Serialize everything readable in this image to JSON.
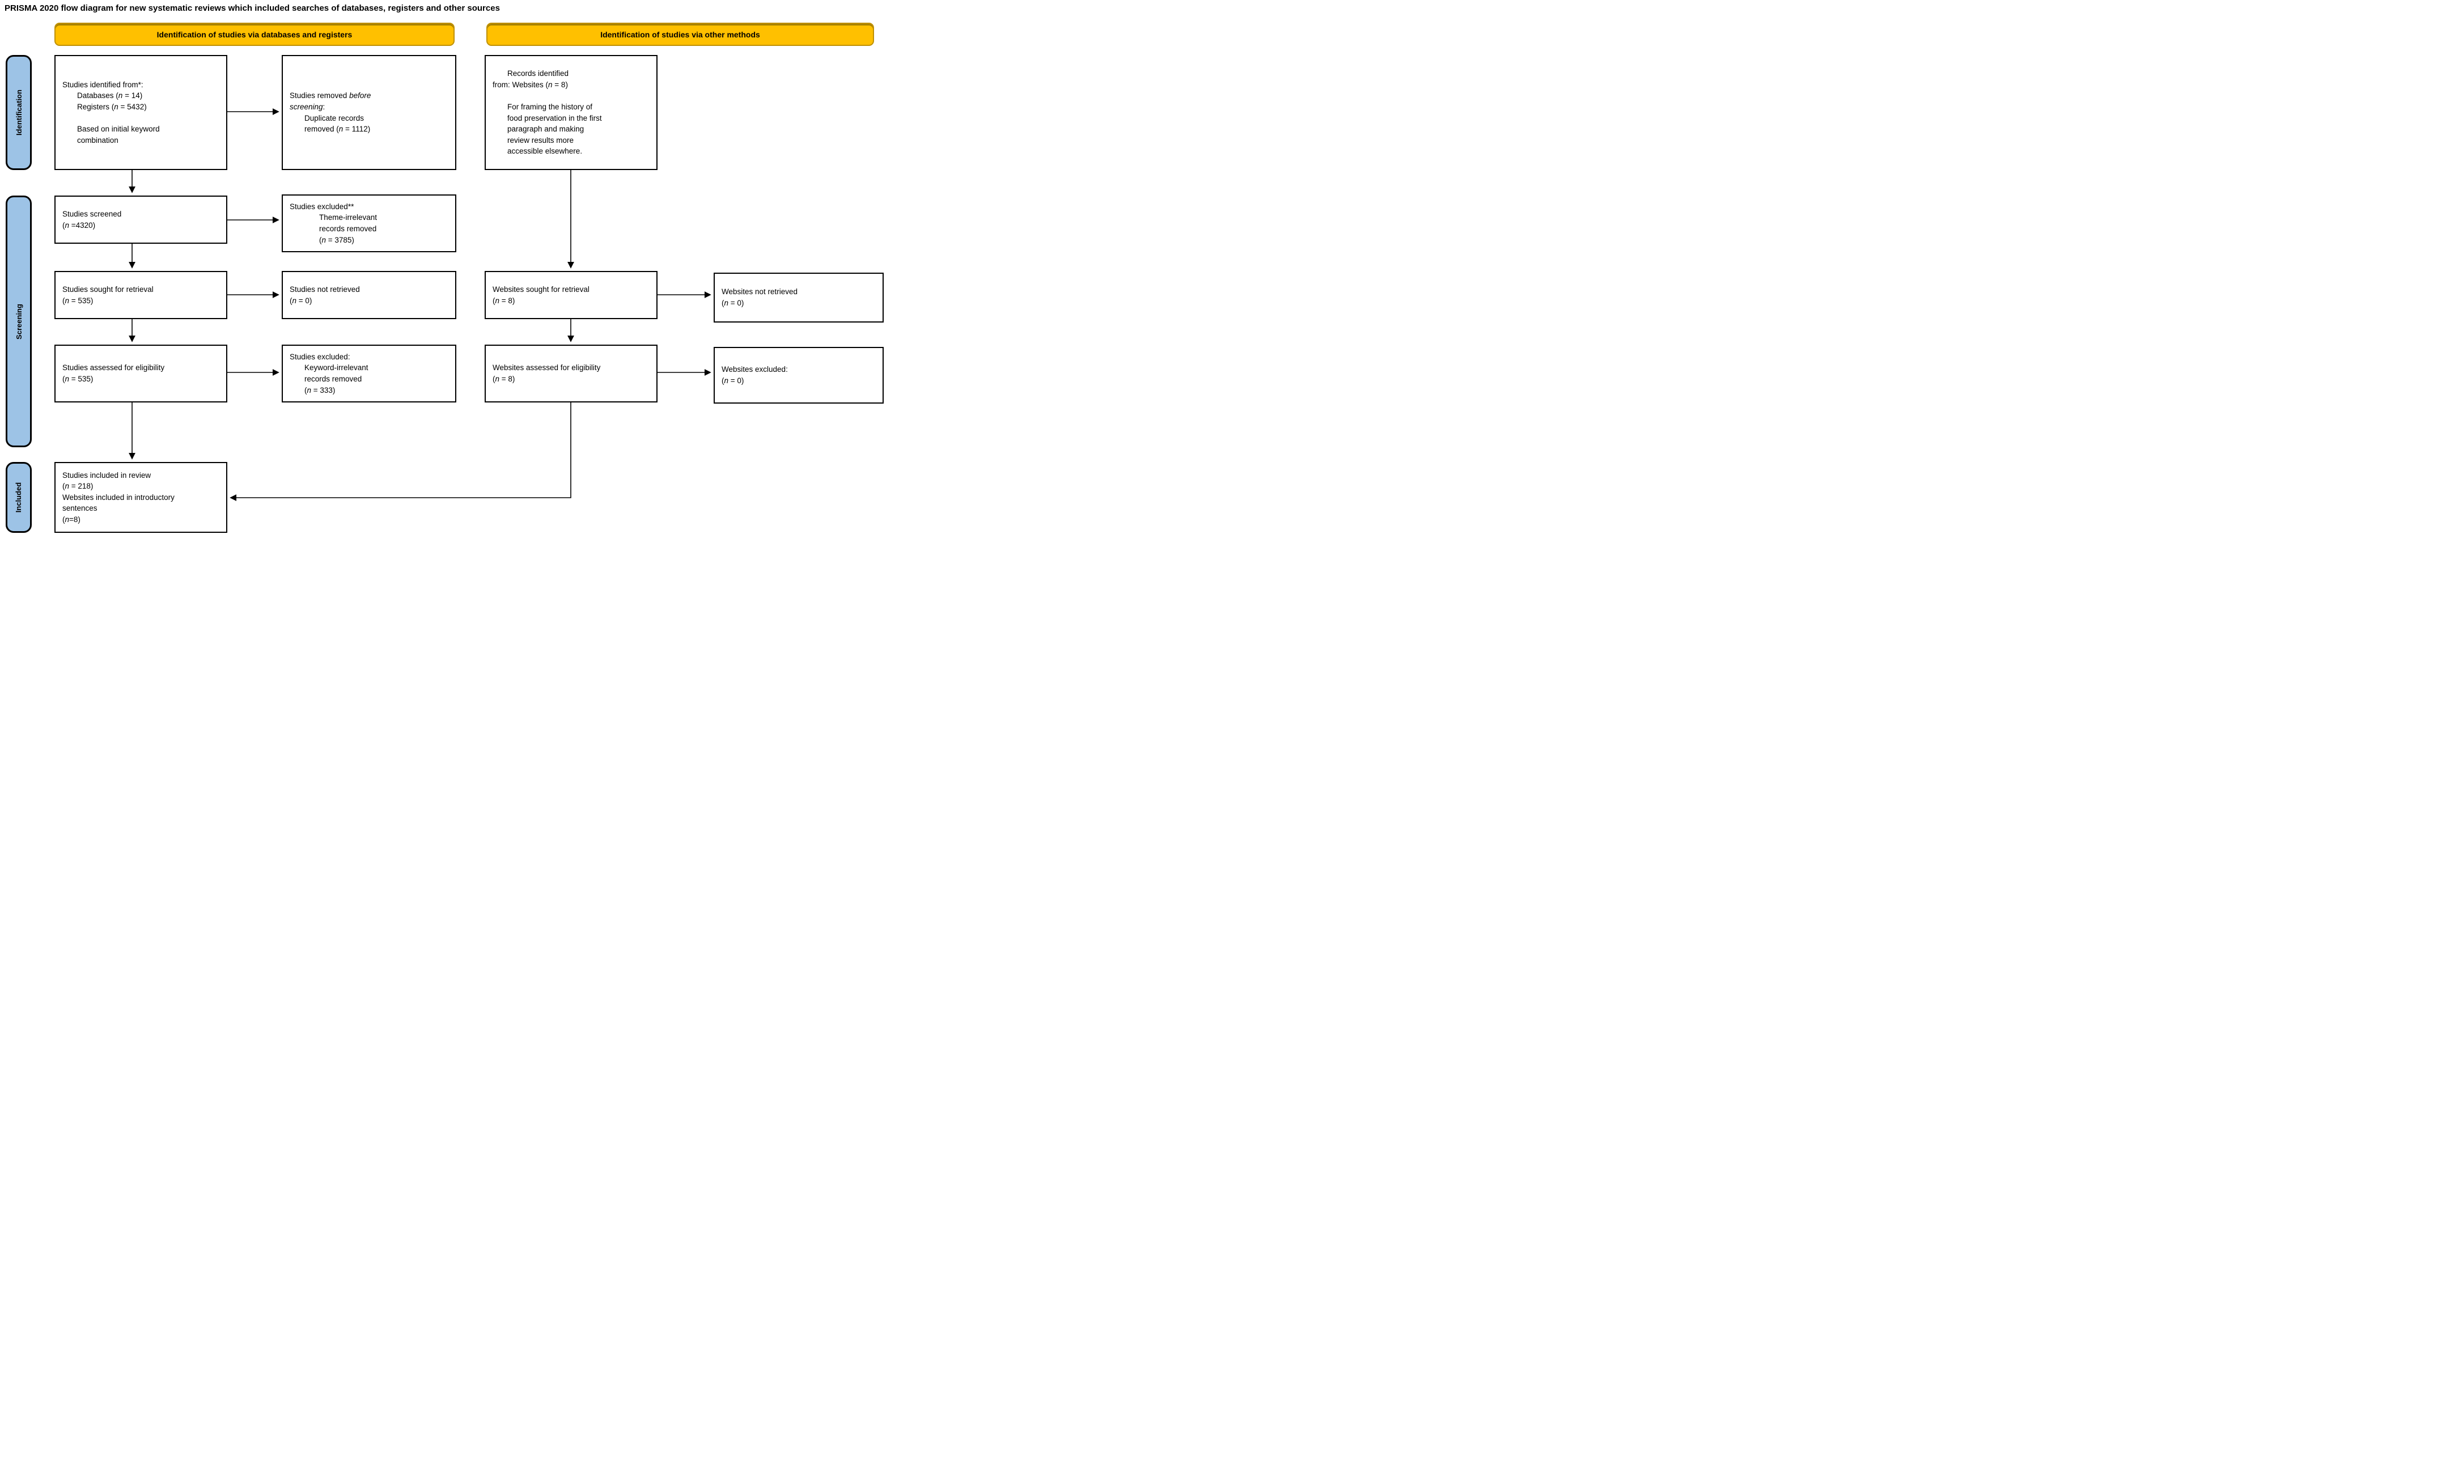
{
  "title": "PRISMA 2020 flow diagram for new systematic reviews which included searches of databases, registers and other sources",
  "colors": {
    "header_fill": "#FFC000",
    "header_border": "#BF9000",
    "sidebar_fill": "#9DC3E6",
    "box_border": "#000000",
    "text": "#000000",
    "background": "#FFFFFF"
  },
  "headers": {
    "databases": "Identification of studies via databases and registers",
    "other_methods": "Identification of studies via other methods"
  },
  "sidebars": {
    "identification": "Identification",
    "screening": "Screening",
    "included": "Included"
  },
  "boxes": {
    "studies_identified": {
      "lines": [
        {
          "ind": 0,
          "seg": [
            {
              "t": "Studies identified from*:"
            }
          ]
        },
        {
          "ind": 1,
          "seg": [
            {
              "t": "Databases ("
            },
            {
              "t": "n",
              "i": true
            },
            {
              "t": " = 14)"
            }
          ]
        },
        {
          "ind": 1,
          "seg": [
            {
              "t": "Registers ("
            },
            {
              "t": "n",
              "i": true
            },
            {
              "t": " = 5432)"
            }
          ]
        },
        {
          "ind": 0,
          "seg": []
        },
        {
          "ind": 1,
          "seg": [
            {
              "t": "Based on initial keyword"
            }
          ]
        },
        {
          "ind": 1,
          "seg": [
            {
              "t": "combination"
            }
          ]
        }
      ]
    },
    "studies_removed": {
      "lines": [
        {
          "ind": 0,
          "seg": [
            {
              "t": "Studies removed "
            },
            {
              "t": "before",
              "i": true
            }
          ]
        },
        {
          "ind": 0,
          "seg": [
            {
              "t": "screening",
              "i": true
            },
            {
              "t": ":"
            }
          ]
        },
        {
          "ind": 1,
          "seg": [
            {
              "t": "Duplicate records"
            }
          ]
        },
        {
          "ind": 1,
          "seg": [
            {
              "t": "removed ("
            },
            {
              "t": "n",
              "i": true
            },
            {
              "t": " = 1112)"
            }
          ]
        }
      ]
    },
    "records_identified": {
      "lines": [
        {
          "ind": 1,
          "seg": [
            {
              "t": "Records identified"
            }
          ]
        },
        {
          "ind": 0,
          "seg": [
            {
              "t": "from: Websites ("
            },
            {
              "t": "n",
              "i": true
            },
            {
              "t": " = 8)"
            }
          ]
        },
        {
          "ind": 0,
          "seg": []
        },
        {
          "ind": 1,
          "seg": [
            {
              "t": "For framing the history of"
            }
          ]
        },
        {
          "ind": 1,
          "seg": [
            {
              "t": "food preservation in the first"
            }
          ]
        },
        {
          "ind": 1,
          "seg": [
            {
              "t": "paragraph and making"
            }
          ]
        },
        {
          "ind": 1,
          "seg": [
            {
              "t": "review results more"
            }
          ]
        },
        {
          "ind": 1,
          "seg": [
            {
              "t": "accessible elsewhere."
            }
          ]
        }
      ]
    },
    "studies_screened": {
      "lines": [
        {
          "ind": 0,
          "seg": [
            {
              "t": "Studies screened"
            }
          ]
        },
        {
          "ind": 0,
          "seg": [
            {
              "t": "("
            },
            {
              "t": "n",
              "i": true
            },
            {
              "t": " =4320)"
            }
          ]
        }
      ]
    },
    "studies_excluded_theme": {
      "lines": [
        {
          "ind": 0,
          "seg": [
            {
              "t": "Studies excluded**"
            }
          ]
        },
        {
          "ind": 2,
          "seg": [
            {
              "t": "Theme-irrelevant"
            }
          ]
        },
        {
          "ind": 2,
          "seg": [
            {
              "t": "records removed"
            }
          ]
        },
        {
          "ind": 2,
          "seg": [
            {
              "t": "("
            },
            {
              "t": "n",
              "i": true
            },
            {
              "t": " = 3785)"
            }
          ]
        }
      ]
    },
    "studies_sought": {
      "lines": [
        {
          "ind": 0,
          "seg": [
            {
              "t": "Studies sought for retrieval"
            }
          ]
        },
        {
          "ind": 0,
          "seg": [
            {
              "t": "("
            },
            {
              "t": "n",
              "i": true
            },
            {
              "t": " = 535)"
            }
          ]
        }
      ]
    },
    "studies_not_retrieved": {
      "lines": [
        {
          "ind": 0,
          "seg": [
            {
              "t": "Studies not retrieved"
            }
          ]
        },
        {
          "ind": 0,
          "seg": [
            {
              "t": "("
            },
            {
              "t": "n",
              "i": true
            },
            {
              "t": " = 0)"
            }
          ]
        }
      ]
    },
    "studies_assessed": {
      "lines": [
        {
          "ind": 0,
          "seg": [
            {
              "t": "Studies assessed for eligibility"
            }
          ]
        },
        {
          "ind": 0,
          "seg": [
            {
              "t": "("
            },
            {
              "t": "n",
              "i": true
            },
            {
              "t": " = 535)"
            }
          ]
        }
      ]
    },
    "studies_excluded_keyword": {
      "lines": [
        {
          "ind": 0,
          "seg": [
            {
              "t": "Studies excluded:"
            }
          ]
        },
        {
          "ind": 1,
          "seg": [
            {
              "t": "Keyword-irrelevant"
            }
          ]
        },
        {
          "ind": 1,
          "seg": [
            {
              "t": "records removed"
            }
          ]
        },
        {
          "ind": 1,
          "seg": [
            {
              "t": "("
            },
            {
              "t": "n",
              "i": true
            },
            {
              "t": " = 333)"
            }
          ]
        }
      ]
    },
    "studies_included": {
      "lines": [
        {
          "ind": 0,
          "seg": [
            {
              "t": "Studies included in review"
            }
          ]
        },
        {
          "ind": 0,
          "seg": [
            {
              "t": "("
            },
            {
              "t": "n",
              "i": true
            },
            {
              "t": " = 218)"
            }
          ]
        },
        {
          "ind": 0,
          "seg": [
            {
              "t": "Websites included in introductory"
            }
          ]
        },
        {
          "ind": 0,
          "seg": [
            {
              "t": "sentences"
            }
          ]
        },
        {
          "ind": 0,
          "seg": [
            {
              "t": "("
            },
            {
              "t": "n",
              "i": true
            },
            {
              "t": "=8)"
            }
          ]
        }
      ]
    },
    "websites_sought": {
      "lines": [
        {
          "ind": 0,
          "seg": [
            {
              "t": "Websites sought for retrieval"
            }
          ]
        },
        {
          "ind": 0,
          "seg": [
            {
              "t": "("
            },
            {
              "t": "n",
              "i": true
            },
            {
              "t": " = 8)"
            }
          ]
        }
      ]
    },
    "websites_not_retrieved": {
      "lines": [
        {
          "ind": 0,
          "seg": [
            {
              "t": "Websites not retrieved"
            }
          ]
        },
        {
          "ind": 0,
          "seg": [
            {
              "t": "("
            },
            {
              "t": "n",
              "i": true
            },
            {
              "t": " = 0)"
            }
          ]
        }
      ]
    },
    "websites_assessed": {
      "lines": [
        {
          "ind": 0,
          "seg": [
            {
              "t": "Websites assessed for eligibility"
            }
          ]
        },
        {
          "ind": 0,
          "seg": [
            {
              "t": "("
            },
            {
              "t": "n",
              "i": true
            },
            {
              "t": " = 8)"
            }
          ]
        }
      ]
    },
    "websites_excluded": {
      "lines": [
        {
          "ind": 0,
          "seg": [
            {
              "t": "Websites excluded:"
            }
          ]
        },
        {
          "ind": 0,
          "seg": [
            {
              "t": "("
            },
            {
              "t": "n",
              "i": true
            },
            {
              "t": " = 0)"
            }
          ]
        }
      ]
    }
  }
}
